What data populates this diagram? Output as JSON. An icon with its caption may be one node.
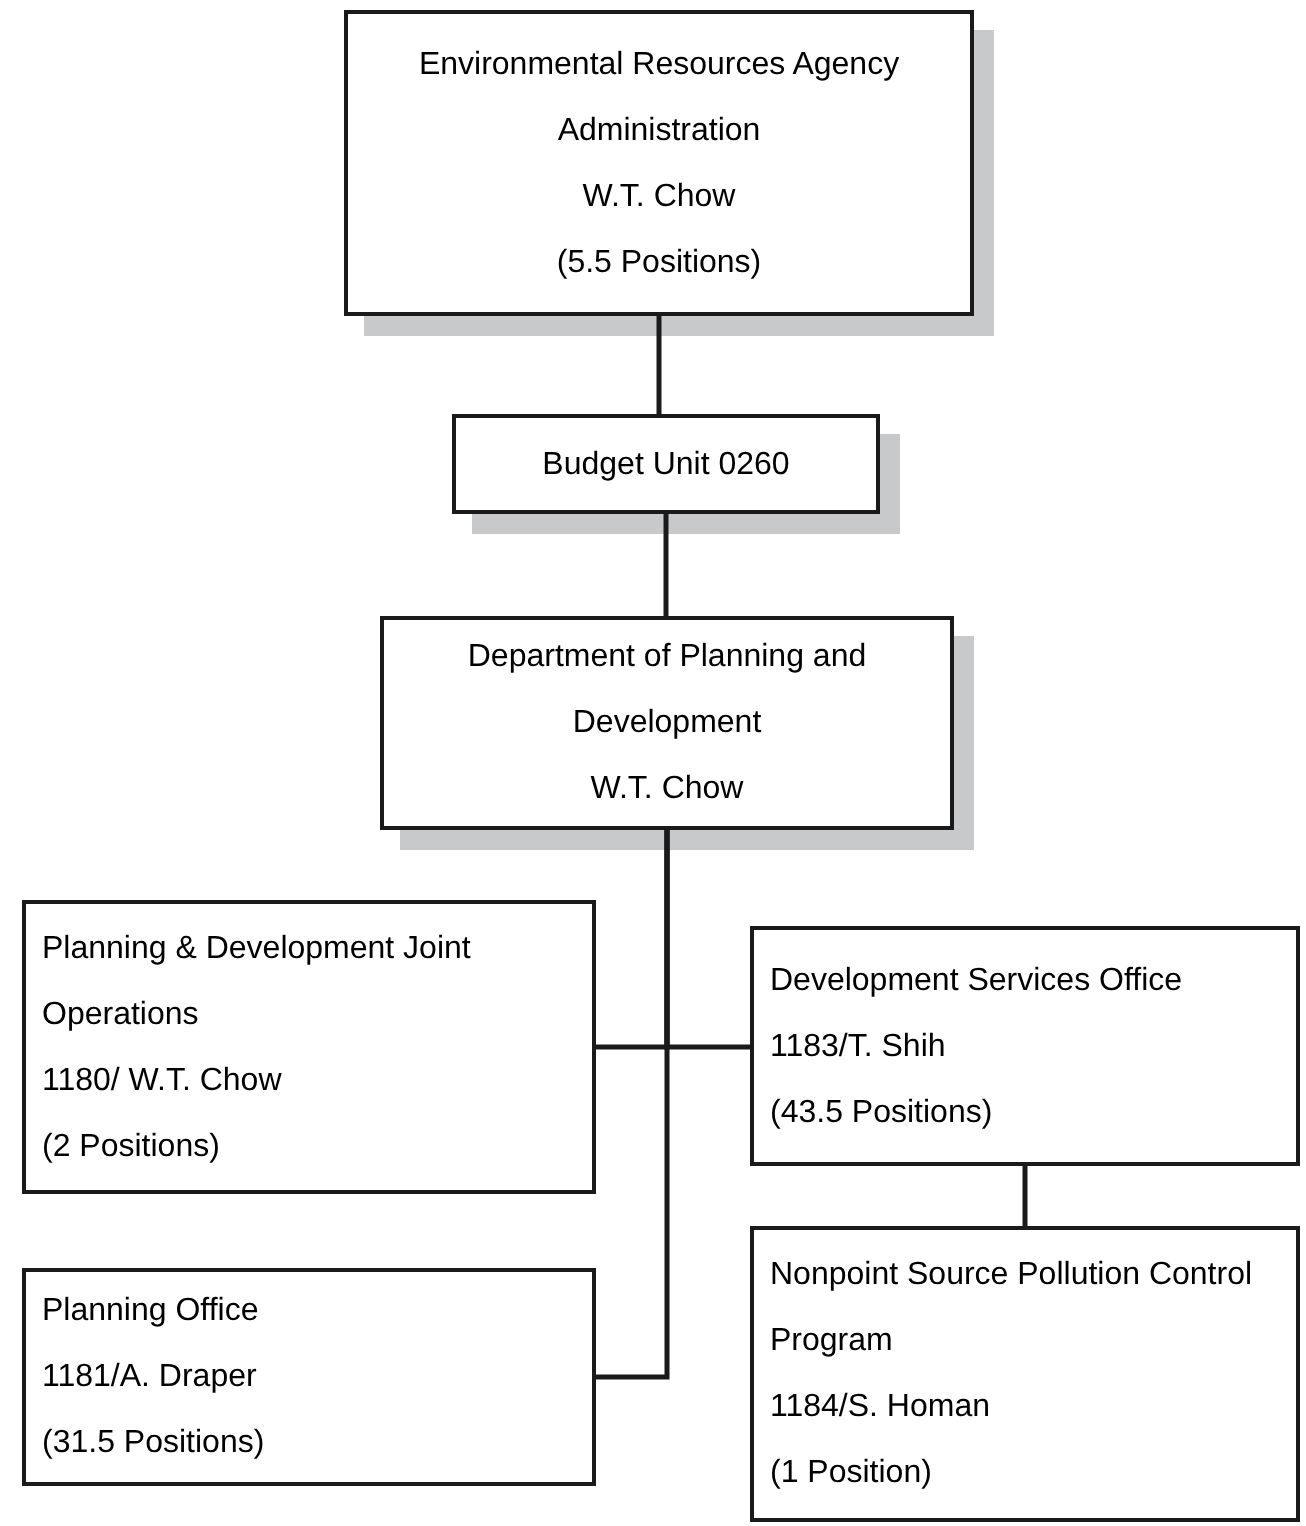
{
  "diagram": {
    "nodes": [
      {
        "text": [
          "Environmental Resources Agency Administration",
          "W.T. Chow",
          "(5.5 Positions)"
        ]
      },
      {
        "text": [
          "Budget Unit 0260"
        ]
      },
      {
        "text": [
          "Department of Planning and Development",
          "W.T. Chow"
        ]
      },
      {
        "text": [
          "Planning & Development Joint Operations",
          "1180/ W.T. Chow",
          "(2 Positions)"
        ]
      },
      {
        "text": [
          "Development Services Office",
          "1183/T. Shih",
          "(43.5 Positions)"
        ]
      },
      {
        "text": [
          "Planning Office",
          "1181/A. Draper",
          "(31.5 Positions)"
        ]
      },
      {
        "text": [
          "Nonpoint Source Pollution Control Program",
          "1184/S. Homan",
          "(1 Position)"
        ]
      }
    ],
    "edges": [
      {
        "from": 0,
        "to": 1,
        "arrow": "none"
      },
      {
        "from": 1,
        "to": 2,
        "arrow": "none"
      },
      {
        "from": 2,
        "to": 3,
        "arrow": "none"
      },
      {
        "from": 2,
        "to": 4,
        "arrow": "none"
      },
      {
        "from": 2,
        "to": 5,
        "arrow": "none"
      },
      {
        "from": 4,
        "to": 6,
        "arrow": "none"
      }
    ]
  }
}
